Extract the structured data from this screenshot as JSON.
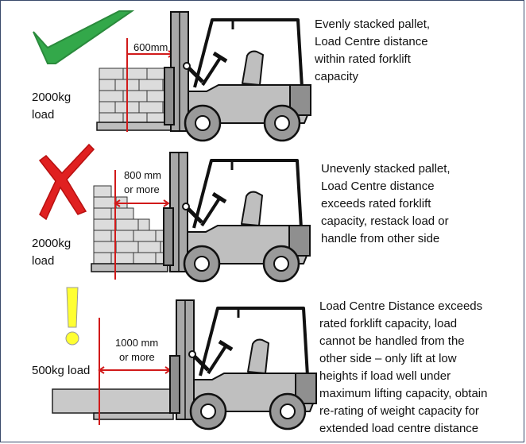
{
  "panels": [
    {
      "id": "row1",
      "status": "correct",
      "status_icon": "check-icon",
      "load_label": "2000kg load",
      "dimension": {
        "label_lines": [
          "600mm"
        ]
      },
      "description_lines": [
        "Evenly stacked pallet,",
        "Load Centre distance",
        "within rated forklift",
        "capacity"
      ]
    },
    {
      "id": "row2",
      "status": "incorrect",
      "status_icon": "cross-icon",
      "load_label": "2000kg load",
      "dimension": {
        "label_lines": [
          "800 mm",
          "or more"
        ]
      },
      "description_lines": [
        "Unevenly stacked pallet,",
        "Load Centre distance",
        "exceeds rated forklift",
        "capacity, restack load or",
        "handle from other side"
      ]
    },
    {
      "id": "row3",
      "status": "warning",
      "status_icon": "exclamation-icon",
      "load_label": "500kg load",
      "dimension": {
        "label_lines": [
          "1000 mm",
          "or more"
        ]
      },
      "description_lines": [
        "Load Centre Distance exceeds",
        "rated forklift capacity, load",
        "cannot be handled from the",
        "other side – only lift at low",
        "heights if load well under",
        "maximum lifting capacity, obtain",
        "re-rating of weight capacity for",
        "extended load centre distance"
      ]
    }
  ],
  "weights": {
    "row1": [
      "2000kg",
      "load"
    ],
    "row2": [
      "2000kg",
      "load"
    ],
    "row3": [
      "500kg load"
    ]
  },
  "colors": {
    "check": "#33a84a",
    "cross": "#e02020",
    "warning": "#ffff33",
    "dimension": "#d11a1a",
    "forklift": "#bfbfbf",
    "frame": "#3a4a6b"
  }
}
